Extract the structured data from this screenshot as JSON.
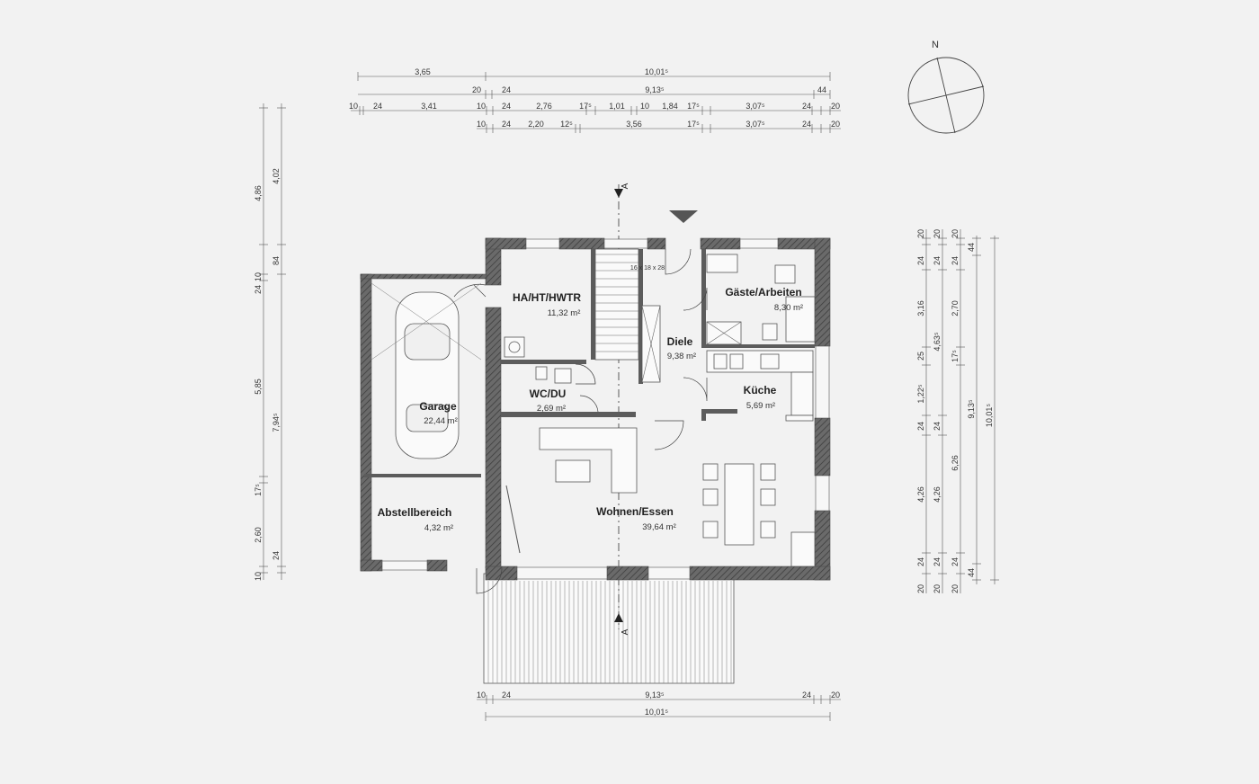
{
  "compass": {
    "label": "N"
  },
  "section_marker": {
    "label": "A"
  },
  "stair_note": "16 x 18 x 28",
  "rooms": [
    {
      "id": "hwtr",
      "name": "HA/HT/HWTR",
      "area": "11,32 m²"
    },
    {
      "id": "diele",
      "name": "Diele",
      "area": "9,38 m²"
    },
    {
      "id": "gaeste",
      "name": "Gäste/Arbeiten",
      "area": "8,30 m²"
    },
    {
      "id": "kueche",
      "name": "Küche",
      "area": "5,69 m²"
    },
    {
      "id": "wcdu",
      "name": "WC/DU",
      "area": "2,69 m²"
    },
    {
      "id": "garage",
      "name": "Garage",
      "area": "22,44 m²"
    },
    {
      "id": "wohnen",
      "name": "Wohnen/Essen",
      "area": "39,64 m²"
    },
    {
      "id": "abstell",
      "name": "Abstellbereich",
      "area": "4,32 m²"
    }
  ],
  "top_dims": {
    "row1": [
      "3,65",
      "10,01⁵"
    ],
    "row2": [
      "20",
      "24",
      "9,13⁵",
      "44"
    ],
    "row3": [
      "10",
      "24",
      "3,41",
      "10",
      "24",
      "2,76",
      "17⁵",
      "1,01",
      "10",
      "1,84",
      "17⁵",
      "3,07⁵",
      "24",
      "20"
    ],
    "row4": [
      "10",
      "24",
      "2,20",
      "12⁵",
      "3,56",
      "17⁵",
      "3,07⁵",
      "24",
      "20"
    ]
  },
  "left_dims": {
    "outer": [
      "4,86",
      "10",
      "24",
      "5,85",
      "17⁵",
      "2,60",
      "10"
    ],
    "inner": [
      "4,02",
      "84",
      "7,94⁵",
      "24"
    ]
  },
  "right_dims": {
    "col1": [
      "20",
      "24",
      "3,16",
      "25",
      "1,22⁵",
      "24",
      "4,26",
      "24",
      "20"
    ],
    "col2": [
      "20",
      "24",
      "4,63⁵",
      "24",
      "4,26",
      "24",
      "20"
    ],
    "col3": [
      "20",
      "24",
      "2,70",
      "17⁵",
      "6,26",
      "24",
      "20"
    ],
    "col4": [
      "44",
      "9,13⁵",
      "44"
    ],
    "col5": [
      "10,01⁵"
    ]
  },
  "bottom_dims": {
    "row1": [
      "10",
      "24",
      "9,13⁵",
      "24",
      "20"
    ],
    "row2": [
      "10,01⁵"
    ]
  }
}
